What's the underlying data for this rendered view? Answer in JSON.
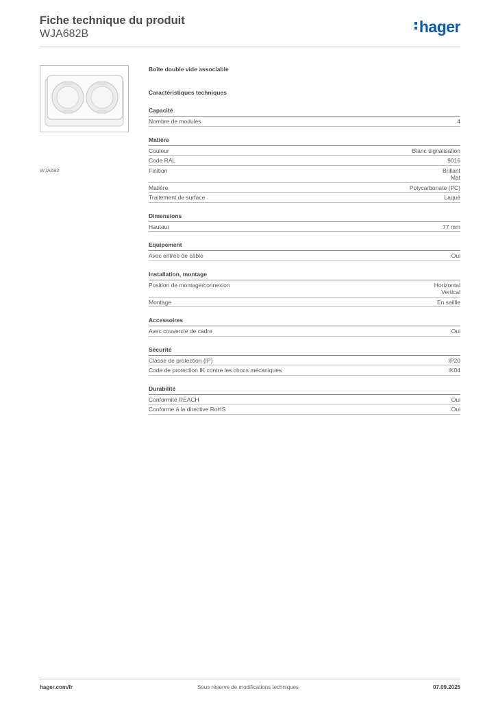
{
  "header": {
    "title": "Fiche technique du produit",
    "reference": "WJA682B",
    "logo_text": "hager"
  },
  "image": {
    "caption": "WJA682"
  },
  "product": {
    "name": "Boîte double vide associable",
    "spec_heading": "Caractéristiques techniques"
  },
  "sections": [
    {
      "title": "Capacité",
      "rows": [
        {
          "label": "Nombre de modules",
          "value": "4"
        }
      ]
    },
    {
      "title": "Matière",
      "rows": [
        {
          "label": "Couleur",
          "value": "Blanc signalisation"
        },
        {
          "label": "Code RAL",
          "value": "9016"
        },
        {
          "label": "Finition",
          "value": "Brillant\nMat"
        },
        {
          "label": "Matière",
          "value": "Polycarbonate (PC)"
        },
        {
          "label": "Traitement de surface",
          "value": "Laqué"
        }
      ]
    },
    {
      "title": "Dimensions",
      "rows": [
        {
          "label": "Hauteur",
          "value": "77 mm"
        }
      ]
    },
    {
      "title": "Equipement",
      "rows": [
        {
          "label": "Avec entrée de câble",
          "value": "Oui"
        }
      ]
    },
    {
      "title": "Installation, montage",
      "rows": [
        {
          "label": "Position de montage/connexion",
          "value": "Horizontal\nVertical"
        },
        {
          "label": "Montage",
          "value": "En saillie"
        }
      ]
    },
    {
      "title": "Accessoires",
      "rows": [
        {
          "label": "Avec couvercle de cadre",
          "value": "Oui"
        }
      ]
    },
    {
      "title": "Sécurité",
      "rows": [
        {
          "label": "Classe de protection (IP)",
          "value": "IP20"
        },
        {
          "label": "Code de protection IK contre les chocs mécaniques",
          "value": "IK04"
        }
      ]
    },
    {
      "title": "Durabilité",
      "rows": [
        {
          "label": "Conformité REACH",
          "value": "Oui"
        },
        {
          "label": "Conforme à la directive RoHS",
          "value": "Oui"
        }
      ]
    }
  ],
  "footer": {
    "website": "hager.com/fr",
    "notice": "Sous réserve de modifications techniques",
    "date": "07.09.2025"
  },
  "colors": {
    "brand": "#0f5aa6",
    "rule": "#bfbfbf"
  }
}
